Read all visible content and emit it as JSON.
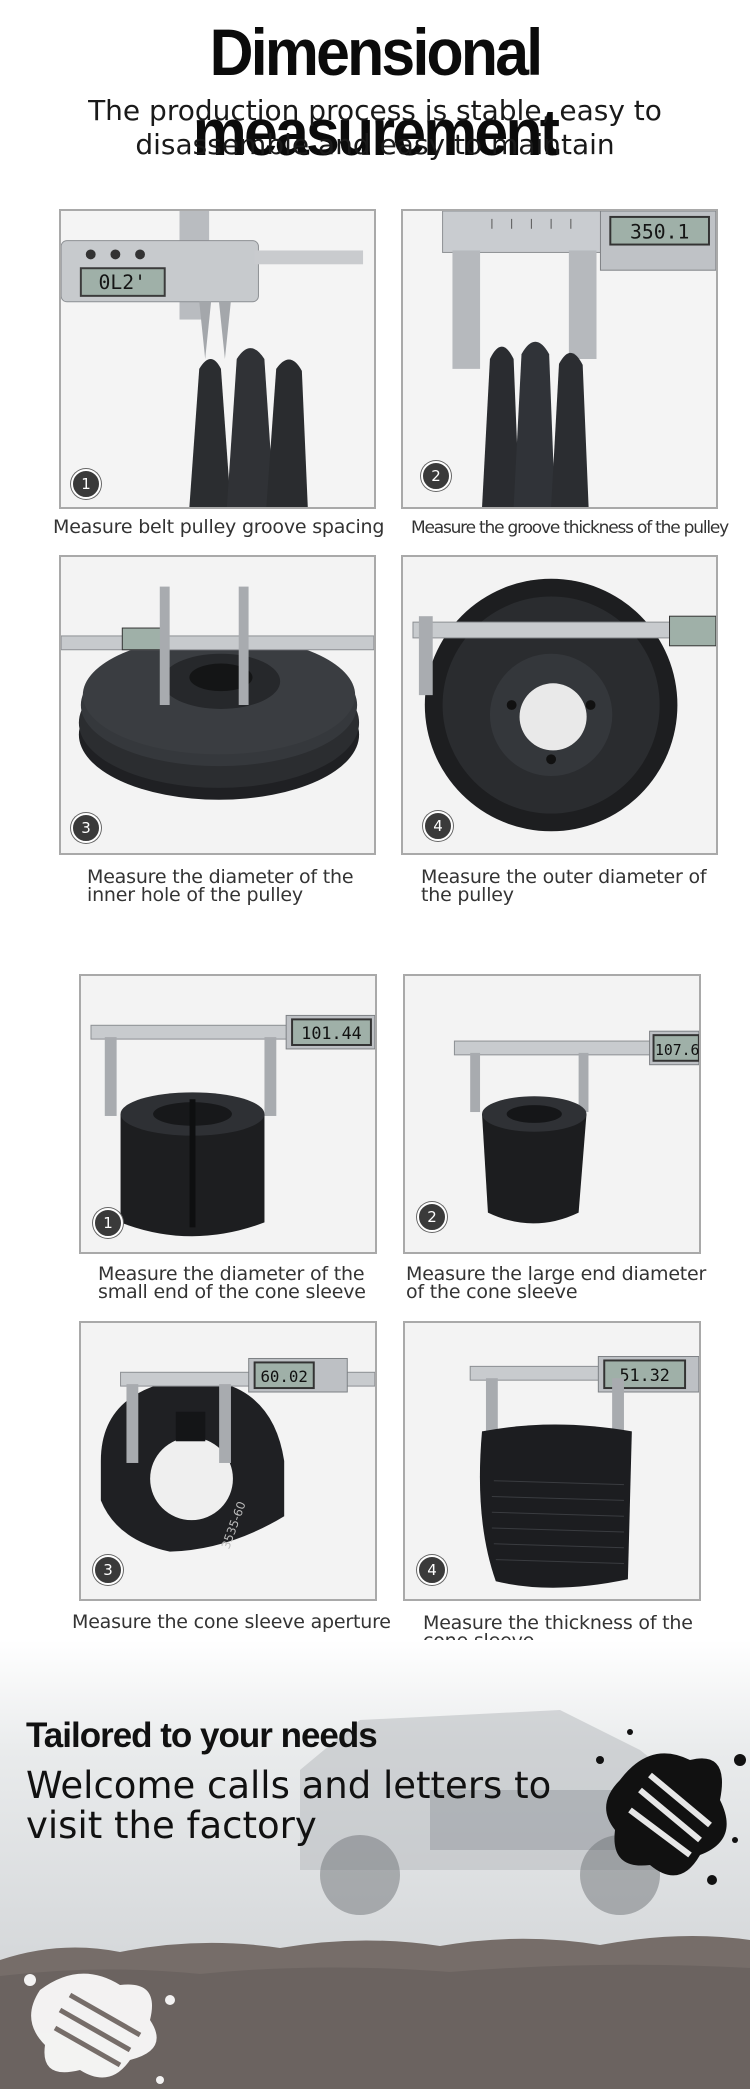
{
  "header": {
    "title": "Dimensional measurement",
    "subtitle_line1": "The production process is stable, easy to",
    "subtitle_line2": "disassemble and easy to maintain"
  },
  "pulley_section": {
    "items": [
      {
        "number": "1",
        "caption": "Measure belt pulley groove spacing",
        "display": "0L2'"
      },
      {
        "number": "2",
        "caption": "Measure the groove thickness of the pulley",
        "display": "350.1"
      },
      {
        "number": "3",
        "caption_line1": "Measure the diameter of the",
        "caption_line2": "inner hole of the pulley"
      },
      {
        "number": "4",
        "caption_line1": "Measure the outer diameter of",
        "caption_line2": "the pulley"
      }
    ]
  },
  "sleeve_section": {
    "items": [
      {
        "number": "1",
        "caption_line1": "Measure the diameter of the",
        "caption_line2": "small end of the cone sleeve",
        "display": "101.44"
      },
      {
        "number": "2",
        "caption_line1": "Measure the large end diameter",
        "caption_line2": "of the cone sleeve",
        "display": "107.6"
      },
      {
        "number": "3",
        "caption": "Measure the cone sleeve aperture",
        "display": "60.02",
        "part_label": "3535-60"
      },
      {
        "number": "4",
        "caption_line1": "Measure the thickness of the",
        "caption_line2": "cone sleeve",
        "display": "51.32"
      }
    ]
  },
  "footer": {
    "tagline": "Tailored to your needs",
    "welcome_line1": "Welcome calls and letters to",
    "welcome_line2": "visit the factory"
  }
}
